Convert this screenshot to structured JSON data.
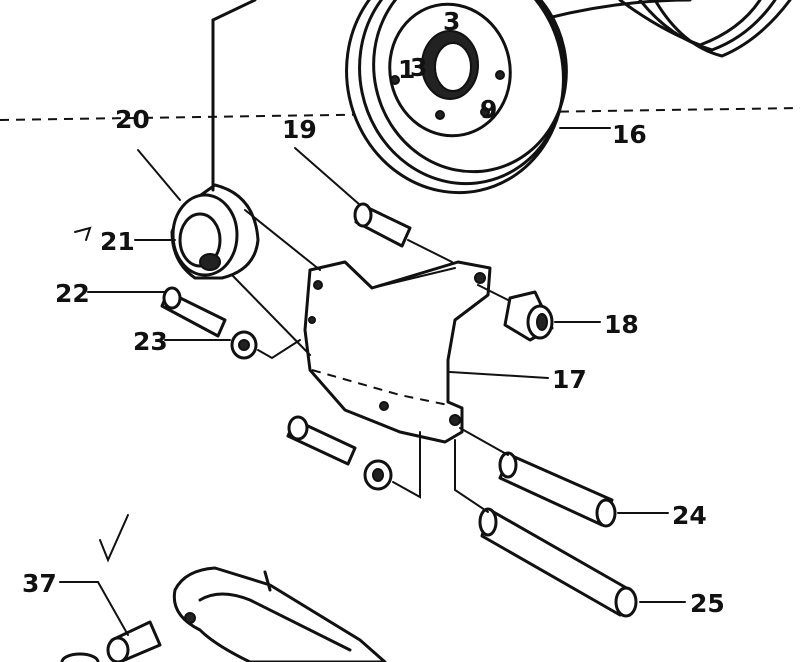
{
  "callouts": [
    {
      "id": "16",
      "label": "16"
    },
    {
      "id": "17",
      "label": "17"
    },
    {
      "id": "18",
      "label": "18"
    },
    {
      "id": "19",
      "label": "19"
    },
    {
      "id": "20",
      "label": "20"
    },
    {
      "id": "21",
      "label": "21"
    },
    {
      "id": "22",
      "label": "22"
    },
    {
      "id": "23",
      "label": "23"
    },
    {
      "id": "24",
      "label": "24"
    },
    {
      "id": "25",
      "label": "25"
    },
    {
      "id": "37",
      "label": "37"
    }
  ],
  "pulley_marks": [
    "3",
    "1",
    "3",
    "9"
  ]
}
